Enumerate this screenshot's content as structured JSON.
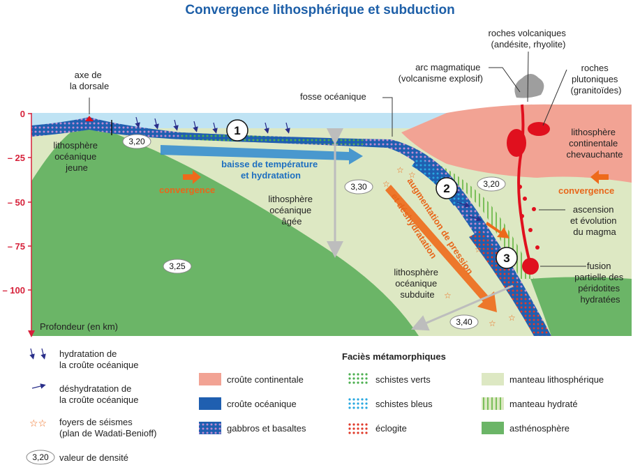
{
  "title": "Convergence lithosphérique et subduction",
  "axis": {
    "label": "Profondeur (en km)",
    "ticks": [
      "0",
      "– 25",
      "– 50",
      "– 75",
      "– 100"
    ]
  },
  "labels": {
    "ridge_axis": [
      "axe de",
      "la dorsale"
    ],
    "young_litho": [
      "lithosphère",
      "océanique",
      "jeune"
    ],
    "old_litho": [
      "lithosphère",
      "océanique",
      "âgée"
    ],
    "subducted_litho": [
      "lithosphère",
      "océanique",
      "subduite"
    ],
    "trench": "fosse océanique",
    "magmatic_arc": [
      "arc magmatique",
      "(volcanisme explosif)"
    ],
    "volcanic_rocks": [
      "roches volcaniques",
      "(andésite, rhyolite)"
    ],
    "plutonic_rocks": [
      "roches",
      "plutoniques",
      "(granitoïdes)"
    ],
    "continental_litho": [
      "lithosphère",
      "continentale",
      "chevauchante"
    ],
    "magma_rise": [
      "ascension",
      "et évolution",
      "du magma"
    ],
    "partial_melt": [
      "fusion",
      "partielle des",
      "péridotites",
      "hydratées"
    ],
    "convergence_left": "convergence",
    "convergence_right": "convergence",
    "cooling": [
      "baisse de température",
      "et hydratation"
    ],
    "pressure": [
      "augmentation de pression",
      "et déshydratation"
    ]
  },
  "densities": [
    "3,20",
    "3,30",
    "3,20",
    "3,25",
    "3,40"
  ],
  "steps": [
    "1",
    "2",
    "3"
  ],
  "legend": {
    "hydration": [
      "hydratation de",
      "la croûte océanique"
    ],
    "dehydration": [
      "déshydratation de",
      "la croûte océanique"
    ],
    "earthquakes": [
      "foyers de séismes",
      "(plan de Wadati-Benioff)"
    ],
    "density": "valeur de densité",
    "density_sample": "3,20",
    "continental_crust": "croûte continentale",
    "oceanic_crust": "croûte océanique",
    "gabbros": "gabbros et basaltes",
    "facies_title": "Faciès métamorphiques",
    "greenschist": "schistes verts",
    "blueschist": "schistes bleus",
    "eclogite": "éclogite",
    "litho_mantle": "manteau lithosphérique",
    "hydrated_mantle": "manteau hydraté",
    "asthenosphere": "asthénosphère"
  },
  "colors": {
    "title": "#1d5fa8",
    "sea": "#bfe3f4",
    "continental_crust": "#f2a394",
    "oceanic_crust": "#1f5fb0",
    "litho_mantle": "#dde8c3",
    "asthenosphere": "#6bb567",
    "magma": "#e0101e",
    "arrow_orange": "#ee6a1b",
    "arrow_blue": "#2f8ad0",
    "axis": "#d6213a"
  }
}
